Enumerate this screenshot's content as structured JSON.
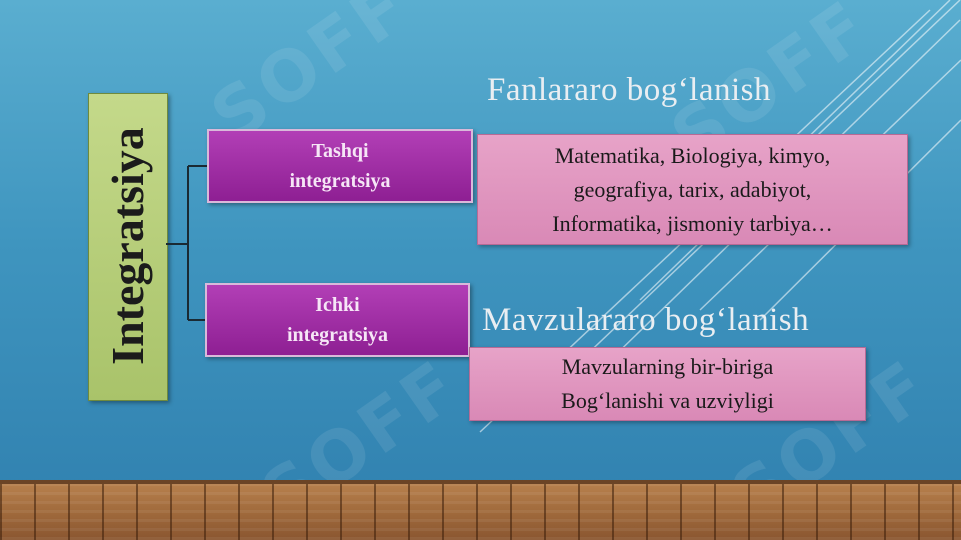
{
  "diagram": {
    "root_label": "Integratsiya",
    "branches": [
      {
        "box_lines": [
          "Tashqi",
          "integratsiya"
        ],
        "heading": "Fanlararo bog‘lanish",
        "detail_lines": [
          "Matematika, Biologiya, kimyo,",
          "geografiya, tarix, adabiyot,",
          "Informatika, jismoniy tarbiya…"
        ]
      },
      {
        "box_lines": [
          "Ichki",
          "integratsiya"
        ],
        "heading": "Mavzulararo bog‘lanish",
        "detail_lines": [
          "Mavzularning bir-biriga",
          "Bog‘lanishi va uzviyligi"
        ]
      }
    ]
  },
  "watermark": "SOFF",
  "colors": {
    "background": "#3f95bf",
    "root_box": "#b5cd79",
    "branch_box": "#9e2aa3",
    "detail_box": "#de93bd",
    "floor": "#a06a3c"
  }
}
